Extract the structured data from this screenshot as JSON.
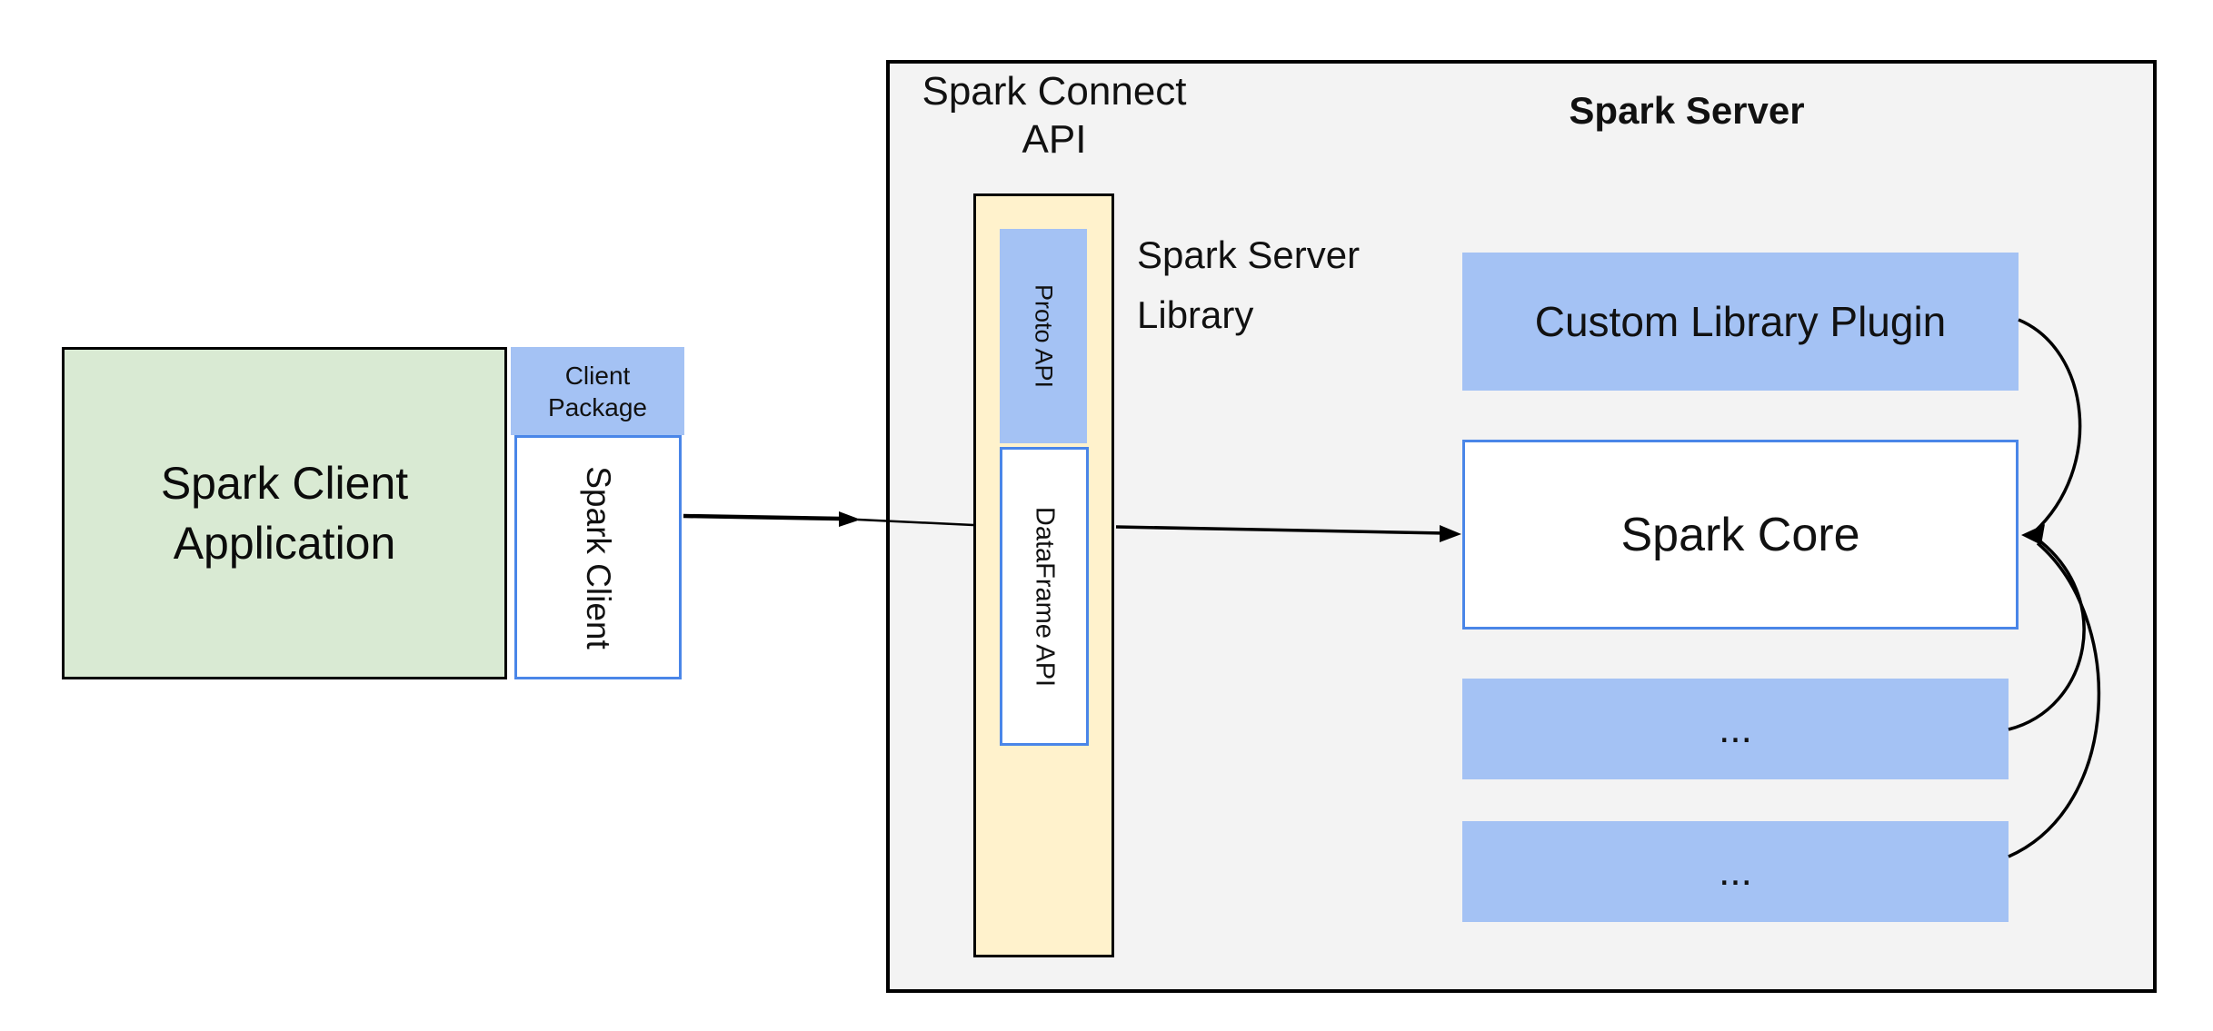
{
  "colors": {
    "blue_fill": "#a4c2f4",
    "green_fill": "#d9ead3",
    "yellow_fill": "#fff2cc",
    "gray_fill": "#f3f3f3",
    "blue_border": "#4a86e8",
    "line_color": "#000000"
  },
  "client": {
    "app": {
      "line1": "Spark Client",
      "line2": "Application"
    },
    "package": {
      "line1": "Client",
      "line2": "Package"
    },
    "spark_client_label": "Spark Client"
  },
  "connect": {
    "api_label": {
      "line1": "Spark Connect",
      "line2": "API"
    },
    "proto_api_label": "Proto API",
    "dataframe_api_label": "DataFrame API",
    "server_library_label": {
      "line1": "Spark Server",
      "line2": "Library"
    }
  },
  "server": {
    "title": "Spark Server",
    "custom_plugin_label": "Custom Library Plugin",
    "core_label": "Spark Core",
    "module1_label": "...",
    "module2_label": "..."
  }
}
